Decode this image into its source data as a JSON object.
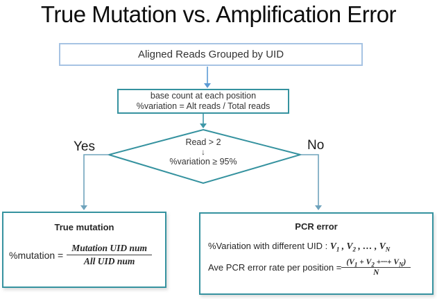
{
  "title": "True Mutation vs. Amplification Error",
  "colors": {
    "top_box_border": "#a6c3e3",
    "teal_border": "#35929f",
    "arrow_blue": "#5b9bd5",
    "arrow_teal": "#3e98a8",
    "branch_line": "#6fa3bc",
    "text": "#262626"
  },
  "flow": {
    "top_box_label": "Aligned Reads Grouped by UID",
    "process_line1": "base count at each position",
    "process_line2": "%variation = Alt reads / Total reads",
    "decision_line1": "Read > 2",
    "decision_arrow_glyph": "↓",
    "decision_line2": "%variation ≥ 95%",
    "yes_label": "Yes",
    "no_label": "No"
  },
  "true_mutation": {
    "heading": "True mutation",
    "lhs": "%mutation =",
    "numerator": "Mutation UID num",
    "denominator": "All UID num"
  },
  "pcr_error": {
    "heading": "PCR error",
    "line1_prefix": "%Variation with different UID : ",
    "line1": [
      {
        "t": "V"
      },
      {
        "sub": "1"
      },
      {
        "t": " , V"
      },
      {
        "sub": "2"
      },
      {
        "t": " , … , V"
      },
      {
        "sub": "N"
      }
    ],
    "line2_prefix": "Ave PCR error rate per position =",
    "num": [
      {
        "t": "(V"
      },
      {
        "sub": "1"
      },
      {
        "t": " + V"
      },
      {
        "sub": "2"
      },
      {
        "t": " +···+ V"
      },
      {
        "sub": "N"
      },
      {
        "t": ")"
      }
    ],
    "den": "N"
  }
}
